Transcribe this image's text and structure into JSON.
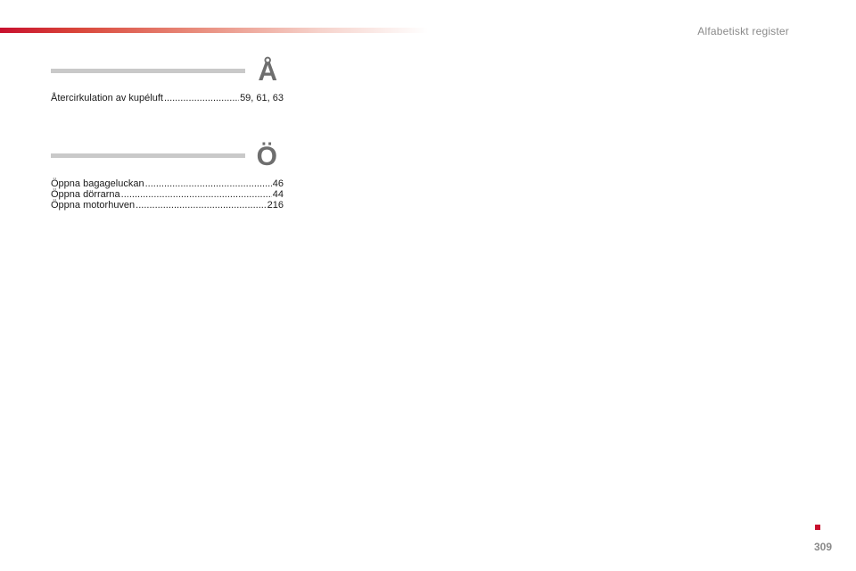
{
  "header": {
    "title": "Alfabetiskt register",
    "accent_color": "#c8102e"
  },
  "sections": [
    {
      "letter": "Å",
      "entries": [
        {
          "label": "Återcirkulation av kupéluft",
          "pages": "59, 61, 63"
        }
      ]
    },
    {
      "letter": "Ö",
      "entries": [
        {
          "label": "Öppna bagageluckan",
          "pages": "46"
        },
        {
          "label": "Öppna dörrarna",
          "pages": "44"
        },
        {
          "label": "Öppna motorhuven",
          "pages": "216"
        }
      ]
    }
  ],
  "footer": {
    "page_number": "309"
  }
}
